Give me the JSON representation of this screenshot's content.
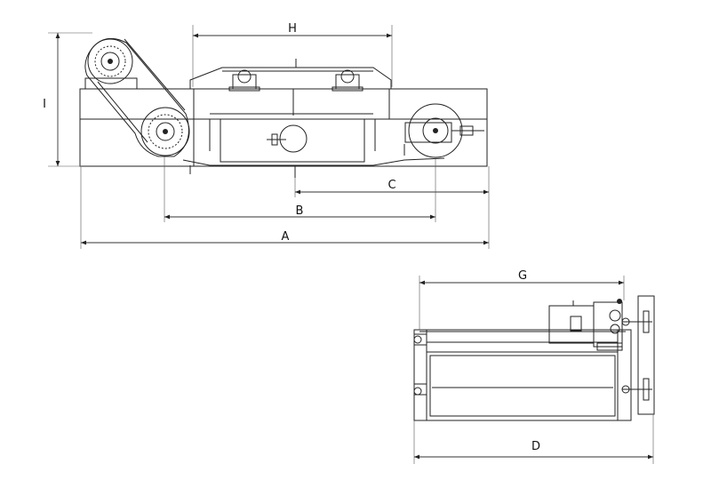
{
  "dimensions": {
    "A": "A",
    "B": "B",
    "C": "C",
    "D": "D",
    "G": "G",
    "H": "H",
    "I": "I"
  }
}
